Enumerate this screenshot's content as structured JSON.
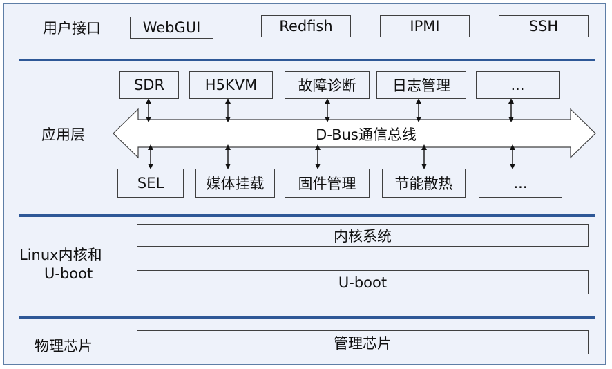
{
  "layers": {
    "user_interface": {
      "label": "用户接口",
      "items": [
        "WebGUI",
        "Redfish",
        "IPMI",
        "SSH"
      ]
    },
    "application": {
      "label": "应用层",
      "bus_label": "D-Bus通信总线",
      "top_items": [
        "SDR",
        "H5KVM",
        "故障诊断",
        "日志管理",
        "..."
      ],
      "bottom_items": [
        "SEL",
        "媒体挂载",
        "固件管理",
        "节能散热",
        "..."
      ]
    },
    "kernel": {
      "label_line1": "Linux内核和",
      "label_line2": "U-boot",
      "items": [
        "内核系统",
        "U-boot"
      ]
    },
    "physical": {
      "label": "物理芯片",
      "items": [
        "管理芯片"
      ]
    }
  },
  "colors": {
    "background": "#eef2fa",
    "separator": "#2e5897",
    "box_border": "#404040"
  }
}
